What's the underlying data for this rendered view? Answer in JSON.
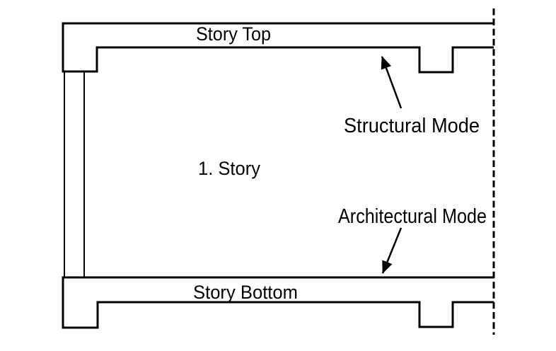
{
  "diagram": {
    "labels": {
      "story_top": "Story Top",
      "story_number": "1. Story",
      "story_bottom": "Story Bottom",
      "structural_mode": "Structural Mode",
      "architectural_mode": "Architectural Mode"
    },
    "colors": {
      "line": "#000000",
      "background": "#ffffff"
    }
  }
}
